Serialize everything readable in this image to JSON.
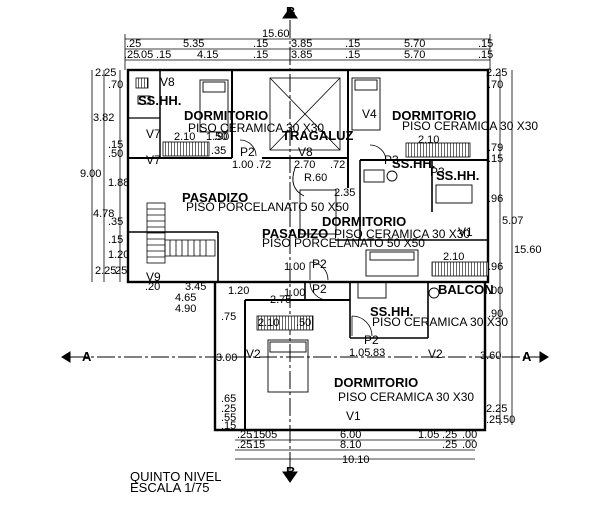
{
  "section_marks": {
    "top": "B",
    "bottom": "B",
    "left": "A",
    "right": "A"
  },
  "top_dims": {
    "overall": "15.60",
    "row1": [
      ".25",
      "5.35",
      ".15",
      "3.85",
      ".15",
      "5.70",
      ".15"
    ],
    "row2": [
      ".25",
      ".05",
      ".15",
      "4.15",
      ".15",
      "3.85",
      ".15",
      "5.70",
      ".15"
    ]
  },
  "bottom_dims": {
    "row1": [
      ".25",
      ".15",
      ".05",
      "6.00",
      "1.05",
      ".25",
      ".00"
    ],
    "row2": [
      ".25",
      ".15",
      "8.10",
      ".25",
      ".00"
    ],
    "overall": "10.10"
  },
  "left_dims": [
    "2.25",
    ".70",
    "3.82",
    ".15",
    ".50",
    "1.88",
    "9.00",
    "4.78",
    ".35",
    ".15",
    "1.20",
    "2.25",
    ".25"
  ],
  "right_dims": [
    "2.25",
    ".70",
    ".79",
    ".15",
    ".96",
    "5.07",
    "15.60",
    ".96",
    ".90",
    ".00",
    "3.60",
    "2.25",
    ".25",
    ".50"
  ],
  "inner_dims": {
    "d210_a": "2.10",
    "d150": "1.50",
    "d90": ".90",
    "d35": ".35",
    "d100_72": "1.00",
    "d72_a": ".72",
    "d270": "2.70",
    "d72_b": ".72",
    "r60": "R.60",
    "d235": "2.35",
    "d210_b": "2.10",
    "d210_c": "2.10",
    "d100_a": "1.00",
    "d100_b": "1.00",
    "d345": "3.45",
    "d120": "1.20",
    "d465": "4.65",
    "d490": "4.90",
    "d20": ".20",
    "d275": "2.75",
    "d210_d": "2.10",
    "d50": ".50",
    "d75": ".75",
    "d300": "3.00",
    "d360": "3.60",
    "d105": "1.05",
    "d83": ".83",
    "d65": ".65",
    "d25": ".25",
    "d55": ".55",
    "d15": ".15"
  },
  "doors": [
    "P2",
    "P2",
    "P2",
    "P3",
    "P3",
    "P2"
  ],
  "windows": [
    "V8",
    "V4",
    "V7",
    "V7",
    "V8",
    "V9",
    "V2",
    "V2",
    "V1",
    "V1"
  ],
  "rooms": [
    {
      "name": "SS.HH.",
      "finish": ""
    },
    {
      "name": "DORMITORIO",
      "finish": "PISO CERAMICA 30 X30"
    },
    {
      "name": "DORMITORIO",
      "finish": "PISO CERAMICA 30 X30"
    },
    {
      "name": "TRAGALUZ",
      "finish": ""
    },
    {
      "name": "SS.HH.",
      "finish": ""
    },
    {
      "name": "SS.HH.",
      "finish": ""
    },
    {
      "name": "PASADIZO",
      "finish": "PISO PORCELANATO 50 X50"
    },
    {
      "name": "DORMITORIO",
      "finish": "PISO CERAMICA 30 X30"
    },
    {
      "name": "PASADIZO",
      "finish": "PISO PORCELANATO 50 X50"
    },
    {
      "name": "BALCON",
      "finish": ""
    },
    {
      "name": "SS.HH.",
      "finish": "PISO CERAMICA 30 X30"
    },
    {
      "name": "DORMITORIO",
      "finish": "PISO CERAMICA 30 X30"
    }
  ],
  "title_block": {
    "title": "QUINTO NIVEL",
    "scale": "ESCALA 1/75"
  }
}
